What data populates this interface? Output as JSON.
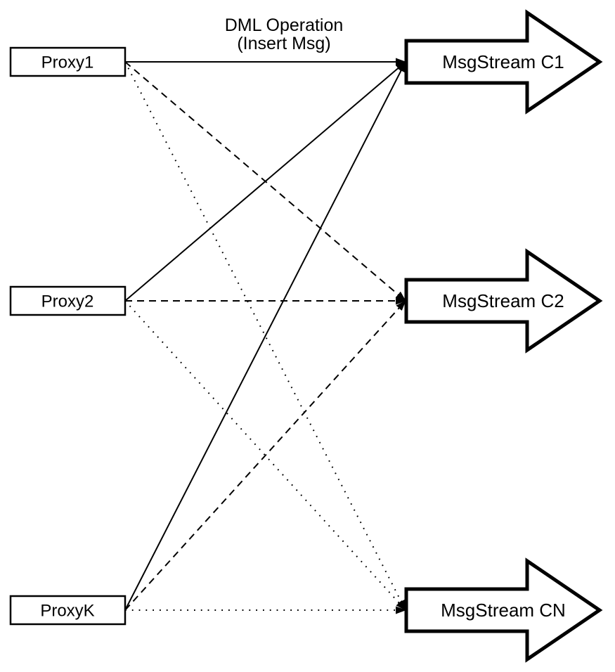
{
  "diagram": {
    "title": {
      "line1": "DML Operation",
      "line2": "(Insert Msg)"
    },
    "proxies": [
      {
        "id": "proxy1",
        "label": "Proxy1"
      },
      {
        "id": "proxy2",
        "label": "Proxy2"
      },
      {
        "id": "proxyK",
        "label": "ProxyK"
      }
    ],
    "streams": [
      {
        "id": "msgstream-c1",
        "label": "MsgStream C1"
      },
      {
        "id": "msgstream-c2",
        "label": "MsgStream C2"
      },
      {
        "id": "msgstream-cn",
        "label": "MsgStream CN"
      }
    ],
    "connections": [
      {
        "from": "Proxy1",
        "to": "MsgStream C1",
        "style": "solid"
      },
      {
        "from": "Proxy1",
        "to": "MsgStream C2",
        "style": "dashed"
      },
      {
        "from": "Proxy1",
        "to": "MsgStream CN",
        "style": "dotted"
      },
      {
        "from": "Proxy2",
        "to": "MsgStream C1",
        "style": "solid"
      },
      {
        "from": "Proxy2",
        "to": "MsgStream C2",
        "style": "dashed"
      },
      {
        "from": "Proxy2",
        "to": "MsgStream CN",
        "style": "dotted"
      },
      {
        "from": "ProxyK",
        "to": "MsgStream C1",
        "style": "solid"
      },
      {
        "from": "ProxyK",
        "to": "MsgStream C2",
        "style": "dashed"
      },
      {
        "from": "ProxyK",
        "to": "MsgStream CN",
        "style": "dotted"
      }
    ],
    "colors": {
      "stroke": "#000000",
      "fill": "#ffffff",
      "background": "#ffffff"
    }
  }
}
